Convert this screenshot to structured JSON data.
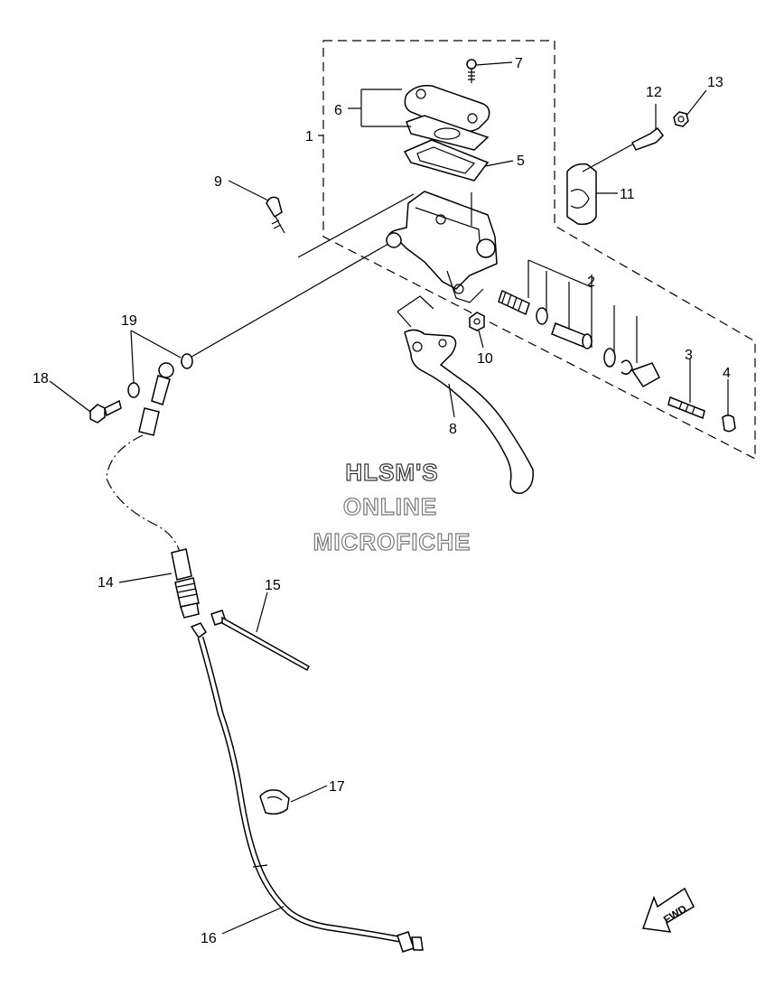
{
  "callouts": [
    {
      "id": "1",
      "text": "1"
    },
    {
      "id": "2",
      "text": "2"
    },
    {
      "id": "3",
      "text": "3"
    },
    {
      "id": "4",
      "text": "4"
    },
    {
      "id": "5",
      "text": "5"
    },
    {
      "id": "6",
      "text": "6"
    },
    {
      "id": "7",
      "text": "7"
    },
    {
      "id": "8",
      "text": "8"
    },
    {
      "id": "9",
      "text": "9"
    },
    {
      "id": "10",
      "text": "10"
    },
    {
      "id": "11",
      "text": "11"
    },
    {
      "id": "12",
      "text": "12"
    },
    {
      "id": "13",
      "text": "13"
    },
    {
      "id": "14",
      "text": "14"
    },
    {
      "id": "15",
      "text": "15"
    },
    {
      "id": "16",
      "text": "16"
    },
    {
      "id": "17",
      "text": "17"
    },
    {
      "id": "18",
      "text": "18"
    },
    {
      "id": "19",
      "text": "19"
    }
  ],
  "watermark": {
    "line1": "HLSM'S",
    "line2": "ONLINE",
    "line3": "MICROFICHE"
  },
  "fwd_arrow": {
    "text": "FWD"
  }
}
